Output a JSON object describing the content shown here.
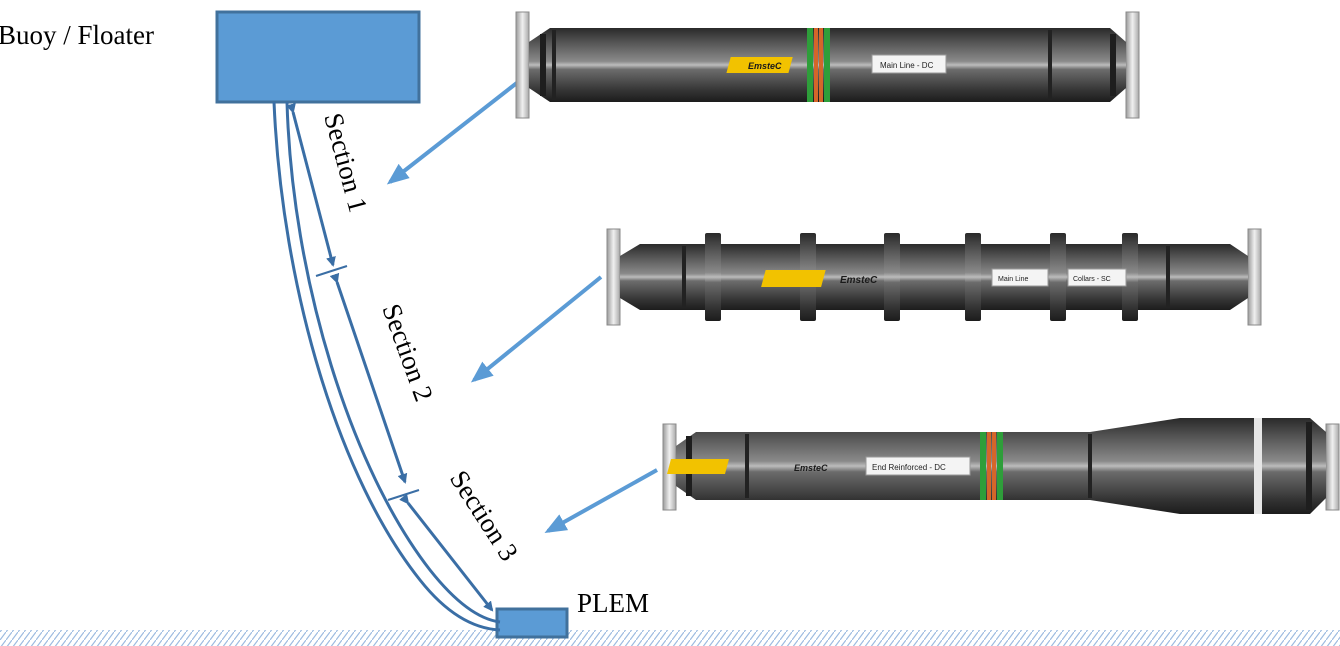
{
  "labels": {
    "buoy": "Buoy / Floater",
    "plem": "PLEM",
    "section1": "Section 1",
    "section2": "Section 2",
    "section3": "Section 3"
  },
  "pipes": [
    {
      "logo": "EmsteC",
      "tags": [
        "Main Line - DC"
      ]
    },
    {
      "logo": "EmsteC",
      "tags": [
        "Main Line",
        "Collars - SC"
      ]
    },
    {
      "logo": "EmsteC",
      "tags": [
        "End Reinforced - DC"
      ]
    }
  ],
  "colors": {
    "box_fill": "#5b9bd5",
    "box_stroke": "#41719c",
    "hose": "#3a6ea5",
    "pointer": "#5b9bd5",
    "seabed": "#9dbbe0",
    "pipe_body": "#3c3c3c",
    "logo_bg": "#f2c200",
    "band_green": "#2e9e3a",
    "band_orange": "#d4662a",
    "flange": "#d4d4d4"
  }
}
